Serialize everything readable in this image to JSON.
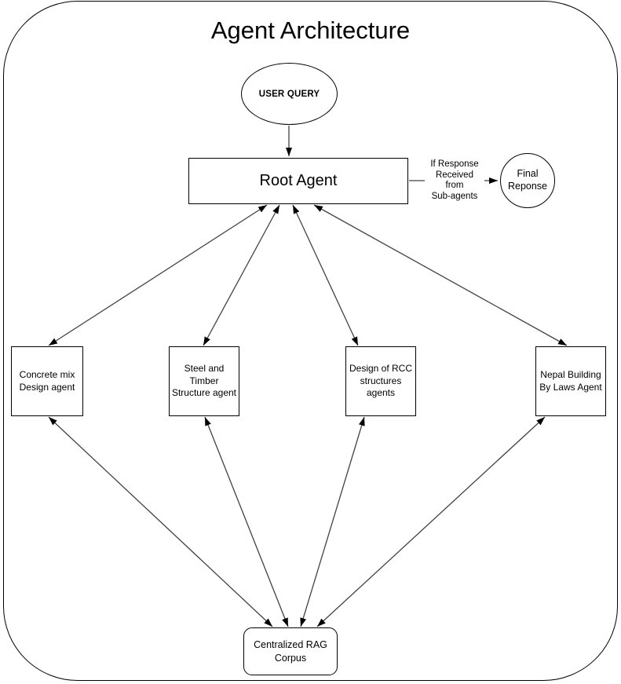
{
  "title": "Agent Architecture",
  "nodes": {
    "user_query": {
      "label": "USER QUERY",
      "shape": "ellipse"
    },
    "root_agent": {
      "label": "Root Agent",
      "shape": "rectangle"
    },
    "final_response": {
      "label": "Final\nReponse",
      "shape": "circle"
    },
    "concrete_agent": {
      "label": "Concrete mix\nDesign agent",
      "shape": "rectangle"
    },
    "steel_agent": {
      "label": "Steel and\nTimber\nStructure agent",
      "shape": "rectangle"
    },
    "rcc_agent": {
      "label": "Design of RCC\nstructures\nagents",
      "shape": "rectangle"
    },
    "bylaws_agent": {
      "label": "Nepal Building\nBy Laws Agent",
      "shape": "rectangle"
    },
    "rag_corpus": {
      "label": "Centralized RAG\nCorpus",
      "shape": "rounded-rectangle"
    }
  },
  "edges": {
    "root_to_final_label": "If Response\nReceived\nfrom\nSub-agents",
    "connections": [
      {
        "from": "user_query",
        "to": "root_agent",
        "directed": "one-way"
      },
      {
        "from": "root_agent",
        "to": "final_response",
        "directed": "one-way"
      },
      {
        "from": "root_agent",
        "to": "concrete_agent",
        "directed": "two-way"
      },
      {
        "from": "root_agent",
        "to": "steel_agent",
        "directed": "two-way"
      },
      {
        "from": "root_agent",
        "to": "rcc_agent",
        "directed": "two-way"
      },
      {
        "from": "root_agent",
        "to": "bylaws_agent",
        "directed": "two-way"
      },
      {
        "from": "concrete_agent",
        "to": "rag_corpus",
        "directed": "two-way"
      },
      {
        "from": "steel_agent",
        "to": "rag_corpus",
        "directed": "two-way"
      },
      {
        "from": "rcc_agent",
        "to": "rag_corpus",
        "directed": "two-way"
      },
      {
        "from": "bylaws_agent",
        "to": "rag_corpus",
        "directed": "two-way"
      }
    ]
  },
  "colors": {
    "background": "#ffffff",
    "shape_stroke": "#000000",
    "connector_stroke": "#424242",
    "arrowhead_fill": "#000000",
    "text": "#000000"
  }
}
